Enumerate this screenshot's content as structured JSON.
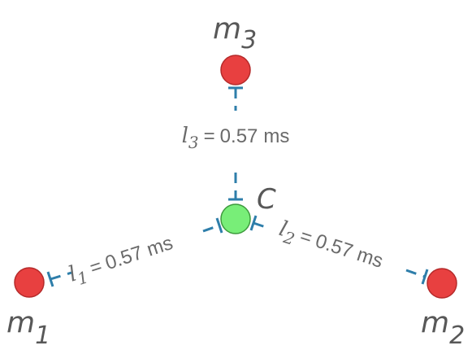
{
  "colors": {
    "mass_fill": "#e84040",
    "mass_stroke": "#b52a2a",
    "center_fill": "#78ee78",
    "center_stroke": "#3d9a3d",
    "bond": "#2e7eaa",
    "label": "#585858"
  },
  "center": {
    "label": "C"
  },
  "masses": [
    {
      "id": "m1",
      "symbol": "m",
      "subscript": "1"
    },
    {
      "id": "m2",
      "symbol": "m",
      "subscript": "2"
    },
    {
      "id": "m3",
      "symbol": "m",
      "subscript": "3"
    }
  ],
  "bonds": [
    {
      "id": "l1",
      "symbol": "l",
      "subscript": "1",
      "equals": "=",
      "value": "0.57",
      "unit": "ms"
    },
    {
      "id": "l2",
      "symbol": "l",
      "subscript": "2",
      "equals": "=",
      "value": "0.57",
      "unit": "ms"
    },
    {
      "id": "l3",
      "symbol": "l",
      "subscript": "3",
      "equals": "=",
      "value": "0.57",
      "unit": "ms"
    }
  ]
}
